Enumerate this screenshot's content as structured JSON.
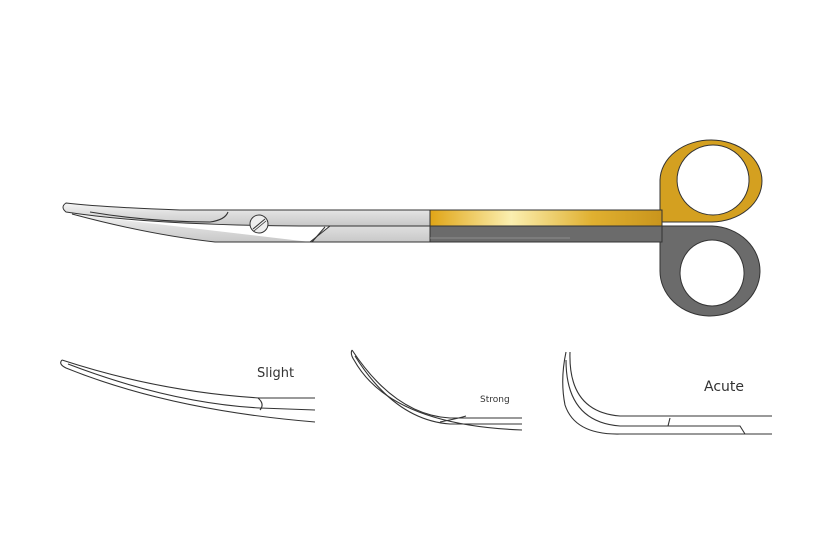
{
  "colors": {
    "gold": "#d9a21e",
    "gold_highlight": "#fbefb0",
    "dark_steel": "#6b6b6b",
    "steel": "#e4e4e4",
    "outline": "#333333"
  },
  "labels": {
    "slight": "Slight",
    "strong": "Strong",
    "acute": "Acute"
  }
}
